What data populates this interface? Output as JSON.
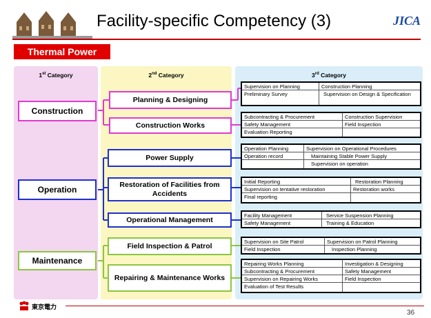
{
  "title": "Facility-specific Competency (3)",
  "section_label": "Thermal Power",
  "column_headers": {
    "first": {
      "ordinal": "1",
      "suffix": "st",
      "label": "Category"
    },
    "second": {
      "ordinal": "2",
      "suffix": "nd",
      "label": "Category"
    },
    "third": {
      "ordinal": "3",
      "suffix": "rd",
      "label": "Category"
    }
  },
  "first_category": [
    "Construction",
    "Operation",
    "Maintenance"
  ],
  "second_category": [
    "Planning & Designing",
    "Construction Works",
    "Power Supply",
    "Restoration of Facilities from Accidents",
    "Operational Management",
    "Field Inspection & Patrol",
    "Repairing & Maintenance Works"
  ],
  "third_category": {
    "planning_designing": [
      "Supervision on Planning",
      "Construction Planning",
      "Preliminary Survey",
      "Supervision on Design & Specification"
    ],
    "construction_works": [
      "Subcontracting & Procurement",
      "Construction Supervision",
      "Safety Management",
      "Field Inspection",
      "Evaluation Reporting"
    ],
    "power_supply": [
      "Operation Planning",
      "Supervision on Operational Procedures",
      "Operation record",
      "Maintaining Stable Power Supply",
      "Supervision on operation"
    ],
    "restoration": [
      "Initial Reporting",
      "Restoration Planning",
      "Supervision on tentative restoration",
      "Restoration works",
      "Final reporting"
    ],
    "operational_management": [
      "Facility Management",
      "Service Suspension Planning",
      "Safety Management",
      "Training & Education"
    ],
    "field_inspection_patrol": [
      "Supervision on Site Patrol",
      "Supervision on Patrol Planning",
      "Field Inspection",
      "Inspection Planning"
    ],
    "repairing_maintenance": [
      "Repairing Works Planning",
      "Investigation & Designing",
      "Subcontracting & Procurement",
      "Safety Management",
      "Supervision on Repairing Works",
      "Field Inspection",
      "Evaluation of Test Results"
    ]
  },
  "logos": {
    "jica": "JICA",
    "tepco": "東京電力"
  },
  "page_number": "36",
  "colors": {
    "construction": "#e03ad0",
    "operation": "#1d2fd0",
    "maintenance": "#8cc63f",
    "section_red": "#e00000"
  }
}
